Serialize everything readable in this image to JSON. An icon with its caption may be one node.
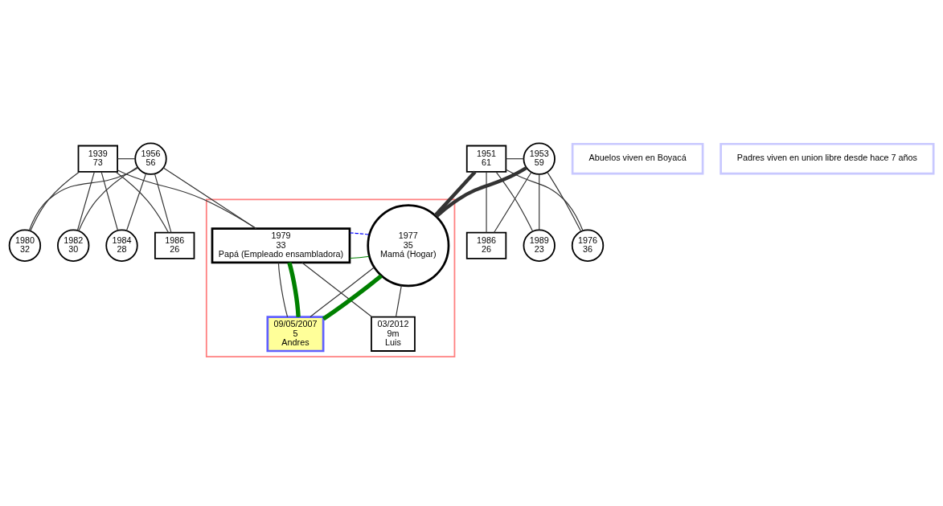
{
  "diagram": {
    "nodes": [
      {
        "text": [
          "1939",
          "73"
        ]
      },
      {
        "text": [
          "1956",
          "56"
        ]
      },
      {
        "text": [
          "1951",
          "61"
        ]
      },
      {
        "text": [
          "1953",
          "59"
        ]
      },
      {
        "text": [
          "Abuelos viven en Boyacá"
        ]
      },
      {
        "text": [
          "1980",
          "32"
        ]
      },
      {
        "text": [
          "1982",
          "30"
        ]
      },
      {
        "text": [
          "1984",
          "28"
        ]
      },
      {
        "text": [
          "1986",
          "26"
        ]
      },
      {
        "text": [
          "1976",
          "36"
        ]
      },
      {
        "text": [
          "1986",
          "26"
        ]
      },
      {
        "text": [
          "1989",
          "23"
        ]
      },
      {
        "text": [],
        "shape": "box"
      },
      {
        "text": [
          "1979",
          "33",
          "Papá (Empleado ensambladora)"
        ],
        "in": 12
      },
      {
        "text": [
          "1977",
          "35",
          "Mamá (Hogar)"
        ],
        "in": 12
      },
      {
        "text": [
          "09/05/2007",
          "5",
          "Andres"
        ],
        "in": 12
      },
      {
        "text": [
          "03/2012",
          "9m",
          "Luis"
        ],
        "in": 12
      },
      {
        "text": [
          "Padres viven en union libre desde hace 7 años"
        ]
      }
    ],
    "edges": [
      {
        "from": 0,
        "to": 1,
        "arrow": "none"
      },
      {
        "from": 2,
        "to": 3,
        "arrow": "none"
      },
      {
        "from": 0,
        "to": 13,
        "arrow": "none"
      },
      {
        "from": 1,
        "to": 13,
        "arrow": "none"
      },
      {
        "from": 0,
        "to": 5,
        "arrow": "none"
      },
      {
        "from": 1,
        "to": 5,
        "arrow": "none"
      },
      {
        "from": 0,
        "to": 6,
        "arrow": "none"
      },
      {
        "from": 1,
        "to": 6,
        "arrow": "none"
      },
      {
        "from": 0,
        "to": 7,
        "arrow": "none"
      },
      {
        "from": 1,
        "to": 7,
        "arrow": "none"
      },
      {
        "from": 0,
        "to": 8,
        "arrow": "none"
      },
      {
        "from": 1,
        "to": 8,
        "arrow": "none"
      },
      {
        "from": 2,
        "to": 9,
        "arrow": "none"
      },
      {
        "from": 3,
        "to": 9,
        "arrow": "none"
      },
      {
        "from": 2,
        "to": 14,
        "arrow": "none",
        "style": "thick"
      },
      {
        "from": 3,
        "to": 14,
        "arrow": "none",
        "style": "thick"
      },
      {
        "from": 2,
        "to": 10,
        "arrow": "none"
      },
      {
        "from": 3,
        "to": 10,
        "arrow": "none"
      },
      {
        "from": 2,
        "to": 11,
        "arrow": "none"
      },
      {
        "from": 3,
        "to": 11,
        "arrow": "none"
      },
      {
        "from": 13,
        "to": 14,
        "arrow": "none",
        "color": "#008000"
      },
      {
        "from": 13,
        "to": 14,
        "arrow": "none",
        "style": "dashed",
        "color": "#0000ff"
      },
      {
        "from": 13,
        "to": 15,
        "arrow": "none"
      },
      {
        "from": 14,
        "to": 15,
        "arrow": "none"
      },
      {
        "from": 13,
        "to": 16,
        "arrow": "none"
      },
      {
        "from": 14,
        "to": 16,
        "arrow": "none"
      },
      {
        "from": 13,
        "to": 15,
        "arrow": "none",
        "style": "thick",
        "color": "#008000"
      },
      {
        "from": 14,
        "to": 15,
        "arrow": "none",
        "style": "thick",
        "color": "#008000"
      }
    ]
  }
}
